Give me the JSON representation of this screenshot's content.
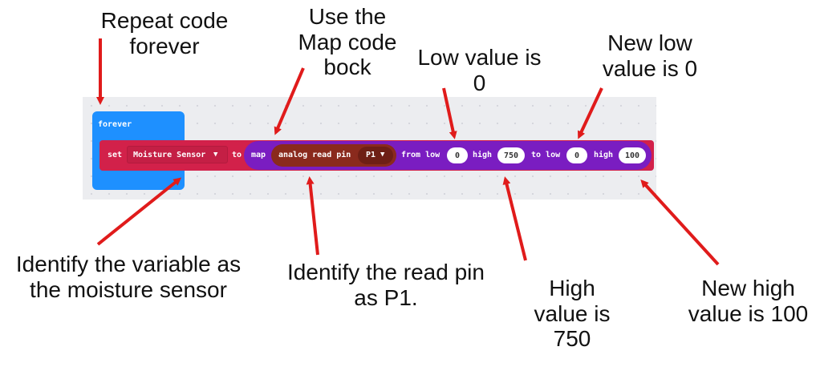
{
  "annotations": {
    "repeat": "Repeat code forever",
    "use_map": "Use the Map code bock",
    "low_value": "Low value is 0",
    "new_low": "New low value is 0",
    "identify_variable": "Identify the variable as the moisture sensor",
    "identify_pin": "Identify the read pin as P1.",
    "high_value": "High value is 750",
    "new_high": "New high value is 100"
  },
  "blocks": {
    "forever_label": "forever",
    "set_label": "set",
    "variable_name": "Moisture Sensor",
    "to_label": "to",
    "map_label": "map",
    "analog_label": "analog read pin",
    "pin_value": "P1",
    "from_low_label": "from low",
    "from_low_value": "0",
    "high_label": "high",
    "from_high_value": "750",
    "to_low_label": "to low",
    "to_low_value": "0",
    "high_label_2": "high",
    "to_high_value": "100"
  },
  "colors": {
    "forever": "#1e90ff",
    "set_block": "#d2214a",
    "map_block": "#7a1dc1",
    "analog_block": "#8a2a1d",
    "arrow": "#e01b1b"
  },
  "icons": [
    "dropdown-arrow-icon"
  ]
}
